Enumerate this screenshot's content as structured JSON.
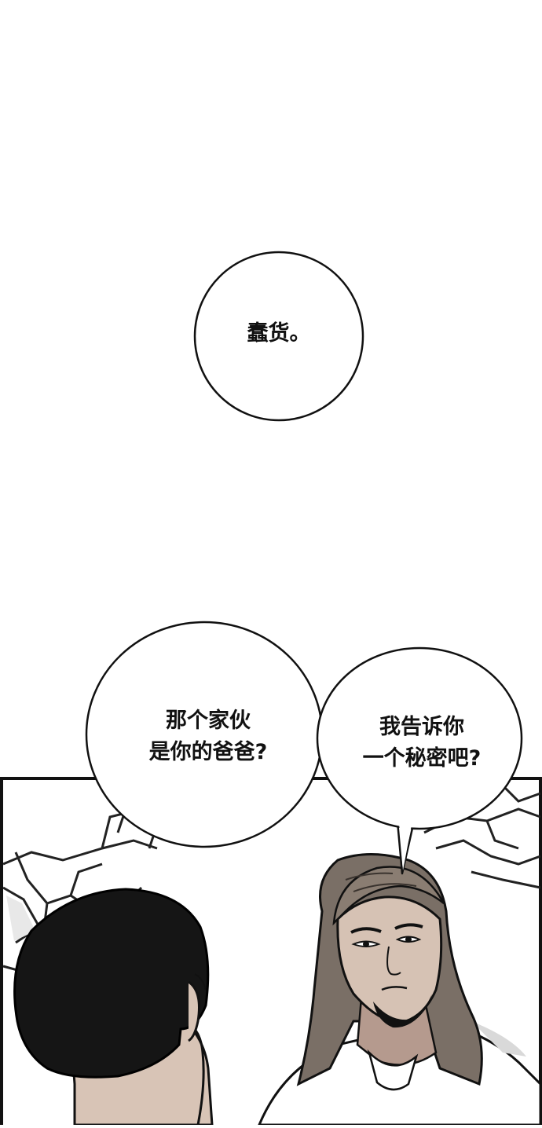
{
  "bubbles": {
    "top": {
      "lines": [
        "蠢货。"
      ]
    },
    "left": {
      "lines": [
        "那个家伙",
        "是你的爸爸?"
      ]
    },
    "right": {
      "lines": [
        "我告诉你",
        "一个秘密吧?"
      ]
    }
  },
  "colors": {
    "background": "#ffffff",
    "ink": "#111111",
    "panel_border": "#111111",
    "hair_dark": "#151515",
    "hair_long": "#7a6f66",
    "skin": "#d6c2b4",
    "skin_shadow": "#b59a8e",
    "shirt": "#ffffff",
    "shirt_shadow": "#d9d9d9"
  }
}
